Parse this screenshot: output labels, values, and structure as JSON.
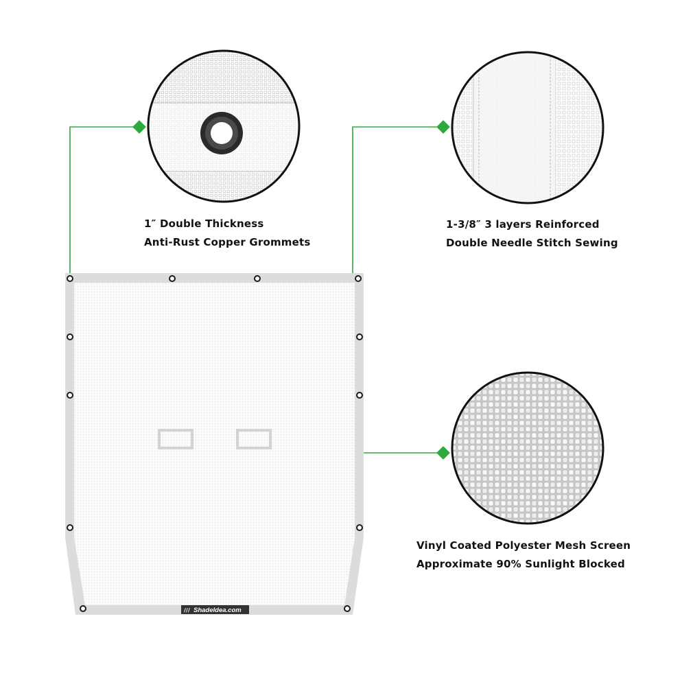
{
  "colors": {
    "accent_green": "#2eaa3c",
    "panel_border": "#dcdcdc",
    "grommet_ring": "#222222",
    "brand_tag_bg": "#333333"
  },
  "callouts": {
    "grommet": {
      "line1": "1″ Double Thickness",
      "line2": "Anti-Rust Copper Grommets",
      "icon": "grommet-closeup"
    },
    "stitch": {
      "line1": "1-3/8″ 3 layers Reinforced",
      "line2": "Double Needle Stitch Sewing",
      "icon": "stitch-closeup"
    },
    "mesh": {
      "line1": "Vinyl Coated Polyester Mesh Screen",
      "line2": "Approximate 90% Sunlight Blocked",
      "icon": "mesh-closeup"
    }
  },
  "brand": {
    "logo_text": "ShadeIdea.com"
  }
}
